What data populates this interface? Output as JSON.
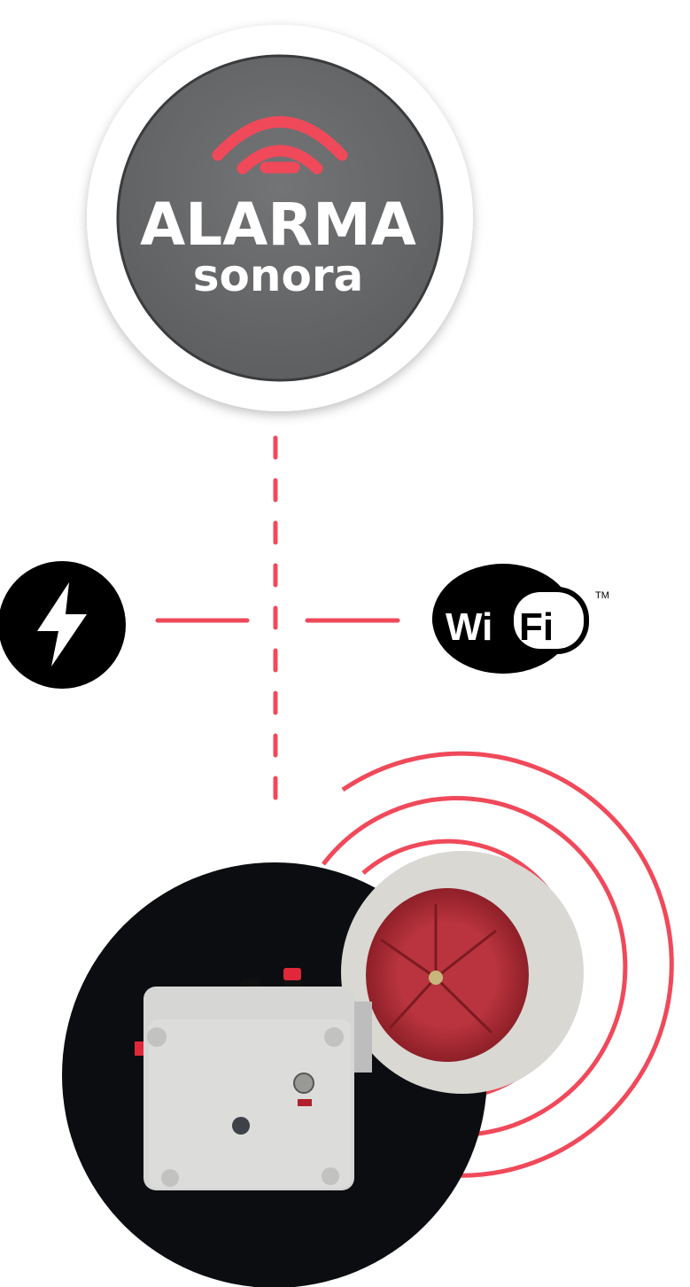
{
  "logo": {
    "title": "ALARMA",
    "subtitle": "sonora"
  },
  "wifi": {
    "left": "Wi",
    "right": "Fi",
    "tm": "TM"
  },
  "icons": [
    "signal-icon",
    "lightning-bolt-icon",
    "wifi-logo",
    "siren-device-photo"
  ],
  "colors": {
    "accent": "#f0495a",
    "logo_bg": "#6d6e70",
    "dark": "#0b0d10"
  }
}
